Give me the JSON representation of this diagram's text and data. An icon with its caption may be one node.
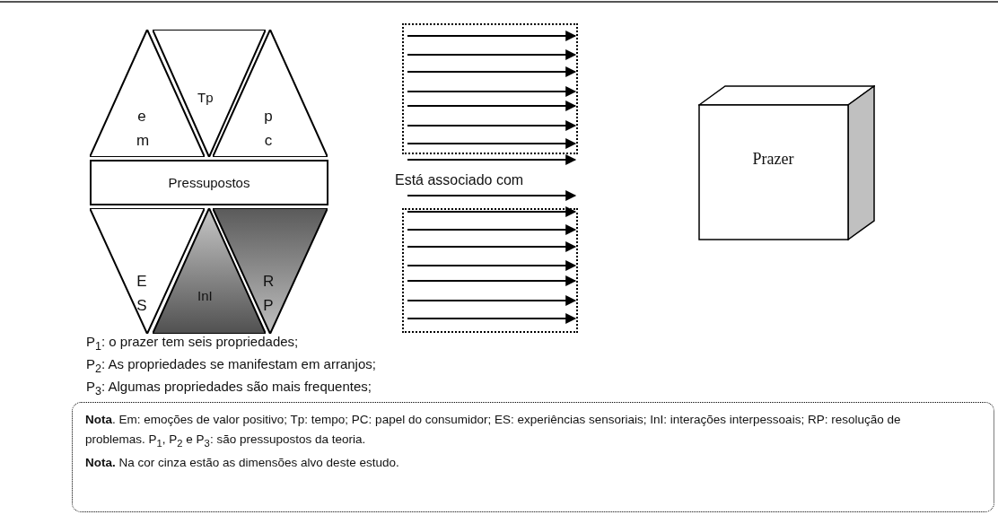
{
  "diagram": {
    "nodes": [
      {
        "text": [
          "em"
        ]
      },
      {
        "text": [
          "Tp"
        ]
      },
      {
        "text": [
          "pc"
        ]
      },
      {
        "text": [
          "Pressupostos"
        ]
      },
      {
        "text": [
          "ES"
        ]
      },
      {
        "text": [
          "InI"
        ]
      },
      {
        "text": [
          "RP"
        ]
      },
      {
        "text": [],
        "shape": "box"
      },
      {
        "text": [],
        "shape": "box"
      },
      {
        "text": [
          "Prazer"
        ]
      },
      {
        "text": [
          "**Nota**. Em: emoções de valor positivo; Tp: tempo; PC: papel do consumidor; ES: experiências sensoriais; InI: interações interpessoais; RP: resolução de problemas. P$_{1}$, P$_{2}$ e P$_{3}$: são pressupostos da teoria.",
          "**Nota.** Na cor cinza estão as dimensões alvo deste estudo."
        ]
      }
    ],
    "edges": [],
    "labels": [
      "Está associado com",
      "P$_{1}$: o prazer tem seis propriedades;",
      "P$_{2}$: As propriedades se manifestam em arranjos;",
      "P$_{3}$: Algumas propriedades são mais frequentes;"
    ]
  }
}
